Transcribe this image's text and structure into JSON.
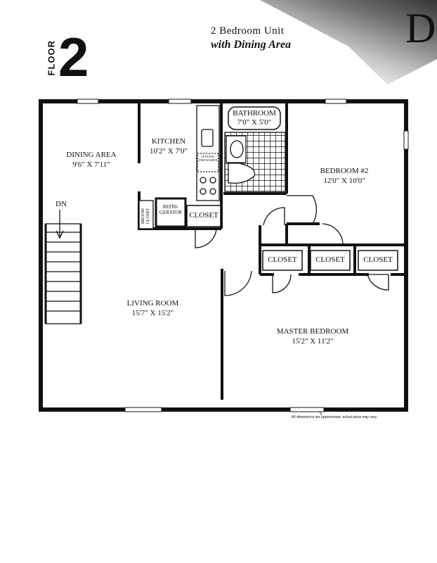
{
  "header": {
    "title": "2 Bedroom Unit",
    "subtitle": "with Dining Area",
    "floor_word": "FLOOR",
    "floor_number": "2",
    "corner_letter": "D"
  },
  "rooms": {
    "dining": {
      "name": "DINING AREA",
      "dims": "9'6\" X 7'11\""
    },
    "kitchen": {
      "name": "KITCHEN",
      "dims": "10'2\" X 7'0\""
    },
    "bathroom": {
      "name": "BATHROOM",
      "dims": "7'0\" X 5'0\""
    },
    "bedroom2": {
      "name": "BEDROOM #2",
      "dims": "12'0\" X 10'0\""
    },
    "living": {
      "name": "LIVING ROOM",
      "dims": "15'7\" X 15'2\""
    },
    "master": {
      "name": "MASTER BEDROOM",
      "dims": "15'2\" X 11'2\""
    }
  },
  "fixtures": {
    "dn": "DN",
    "broom_closet": "BROOM CLOSET",
    "refrigerator": "REFRI-GERATOR",
    "dishwasher": "OPTIONAL DISH WASHER",
    "closet_kitchen": "CLOSET",
    "closet_1": "CLOSET",
    "closet_2": "CLOSET",
    "closet_3": "CLOSET"
  },
  "disclaimer": "All dimensions are approximate; actual plans may vary.",
  "colors": {
    "wall": "#111111",
    "background": "#ffffff"
  }
}
